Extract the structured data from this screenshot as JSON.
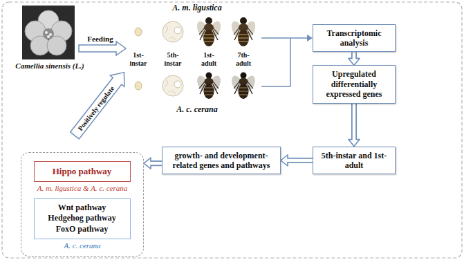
{
  "diagram": {
    "nodes": [
      {
        "text": [
          "Transcriptomic analysis"
        ]
      },
      {
        "text": [
          "Upregulated differentially expressed genes"
        ]
      },
      {
        "text": [
          "5th-instar and 1st-adult"
        ]
      },
      {
        "text": [
          "growth- and development-related genes and pathways"
        ]
      },
      {
        "text": [
          "A. m. ligustica & A. c. cerana",
          "A. c. cerana"
        ]
      },
      {
        "text": [
          "Hippo pathway"
        ],
        "in": 4
      },
      {
        "text": [
          "Wnt pathway",
          "Hedgehog pathway",
          "FoxO pathway"
        ],
        "in": 4
      }
    ],
    "edges": [
      {
        "from": 0,
        "to": 1,
        "arrow": "to"
      },
      {
        "from": 1,
        "to": 2,
        "arrow": "to"
      },
      {
        "from": 2,
        "to": 3,
        "arrow": "to"
      },
      {
        "from": 3,
        "to": 4,
        "arrow": "to"
      }
    ],
    "labels": [
      "Camellia sinensis (L.)",
      "Feeding",
      "A. m. ligustica",
      "1st- instar",
      "5th- instar",
      "1st- adult",
      "7th- adult",
      "A. c. cerana",
      "Positively regulate"
    ]
  }
}
